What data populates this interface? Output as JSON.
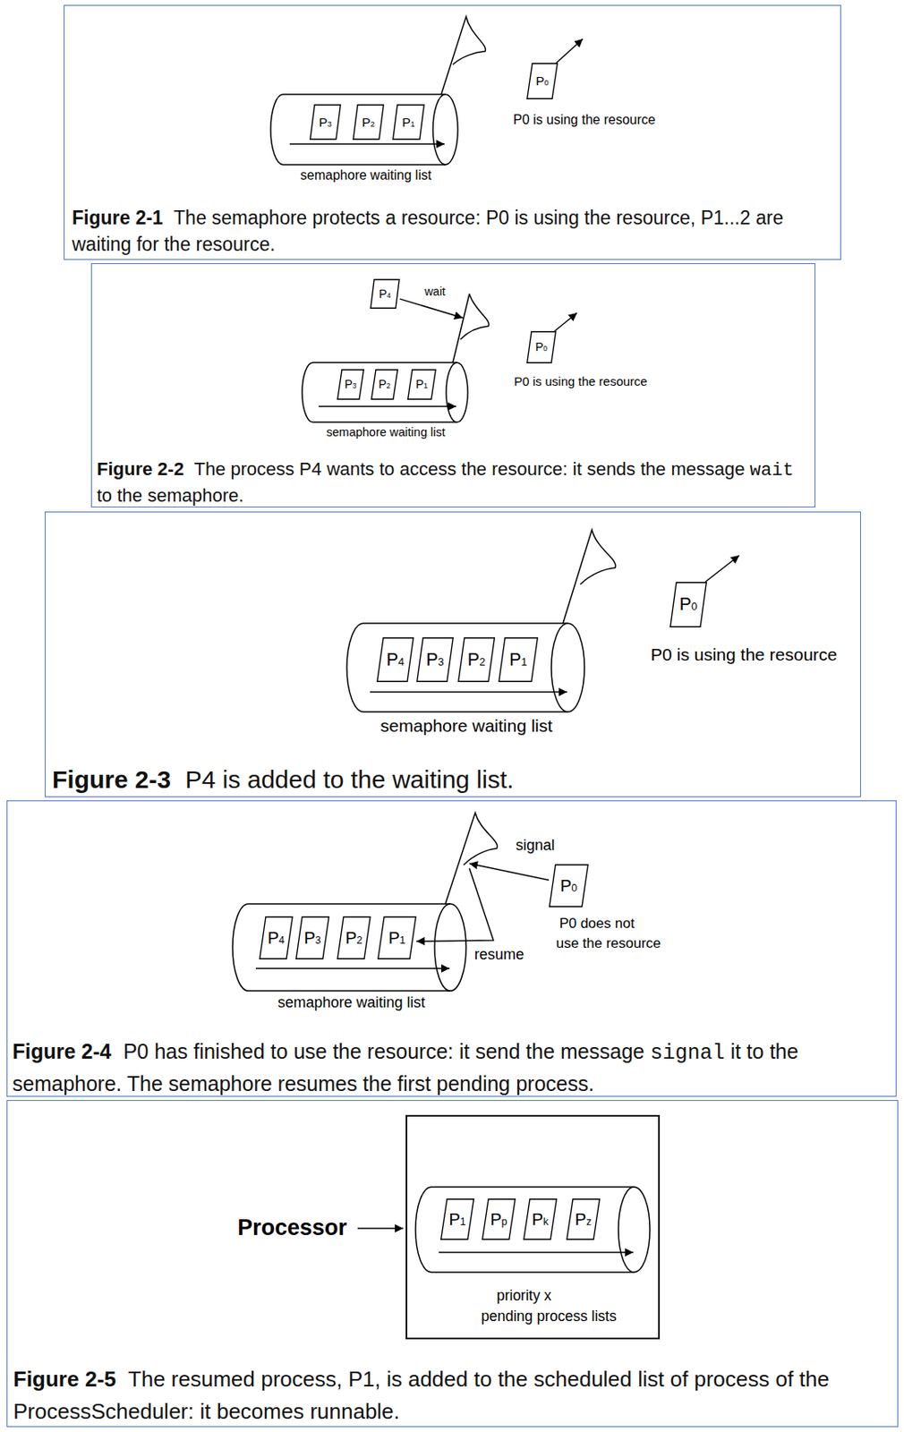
{
  "diagram": {
    "nodes": [
      {
        "text": [
          "Figure 2-1",
          "The semaphore protects a resource: P0 is using the resource, P1...2 are waiting for the resource."
        ]
      },
      {
        "text": [
          "semaphore waiting list"
        ],
        "in": 0
      },
      {
        "text": [
          "P3"
        ],
        "in": 1
      },
      {
        "text": [
          "P2"
        ],
        "in": 1
      },
      {
        "text": [
          "P1"
        ],
        "in": 1
      },
      {
        "text": [
          "P0"
        ],
        "in": 0
      },
      {
        "text": [
          "Figure 2-2",
          "The process P4 wants to access the resource: it sends the message",
          "wait",
          "to the semaphore."
        ]
      },
      {
        "text": [
          "P4"
        ],
        "in": 6
      },
      {
        "text": [
          "semaphore waiting list"
        ],
        "in": 6
      },
      {
        "text": [
          "P3"
        ],
        "in": 8
      },
      {
        "text": [
          "P2"
        ],
        "in": 8
      },
      {
        "text": [
          "P1"
        ],
        "in": 8
      },
      {
        "text": [
          "P0"
        ],
        "in": 6
      },
      {
        "text": [
          "Figure 2-3",
          "P4 is added to the waiting list."
        ]
      },
      {
        "text": [
          "semaphore waiting list"
        ],
        "in": 13
      },
      {
        "text": [
          "P4"
        ],
        "in": 14
      },
      {
        "text": [
          "P3"
        ],
        "in": 14
      },
      {
        "text": [
          "P2"
        ],
        "in": 14
      },
      {
        "text": [
          "P1"
        ],
        "in": 14
      },
      {
        "text": [
          "P0"
        ],
        "in": 13
      },
      {
        "text": [
          "Figure 2-4",
          "P0 has finished to use the resource: it send the message",
          "signal",
          "it to the semaphore. The semaphore resumes the first pending process."
        ]
      },
      {
        "text": [
          "semaphore waiting list"
        ],
        "in": 20
      },
      {
        "text": [
          "P4"
        ],
        "in": 21
      },
      {
        "text": [
          "P3"
        ],
        "in": 21
      },
      {
        "text": [
          "P2"
        ],
        "in": 21
      },
      {
        "text": [
          "P1"
        ],
        "in": 21
      },
      {
        "text": [
          "P0"
        ],
        "in": 20
      },
      {
        "text": [
          "Figure 2-5",
          "The resumed process, P1, is added to the scheduled list of process of the ProcessScheduler: it becomes runnable."
        ]
      },
      {
        "text": [],
        "in": 27
      },
      {
        "text": [
          "priority x pending process lists"
        ],
        "in": 28
      },
      {
        "text": [
          "P1"
        ],
        "in": 29
      },
      {
        "text": [
          "Pp"
        ],
        "in": 29
      },
      {
        "text": [
          "Pk"
        ],
        "in": 29
      },
      {
        "text": [
          "Pz"
        ],
        "in": 29
      }
    ],
    "edges": [
      {
        "from": 7,
        "to": 8,
        "label": "wait",
        "arrow": "to"
      },
      {
        "from": 26,
        "to": 21,
        "label": "signal",
        "arrow": "to"
      },
      {
        "from": 21,
        "to": 25,
        "label": "resume",
        "arrow": "to"
      }
    ],
    "labels": [
      "P0 is using the resource",
      "P0 is using the resource",
      "P0 is using the resource",
      "P0 does not use the resource",
      "Processor"
    ]
  }
}
